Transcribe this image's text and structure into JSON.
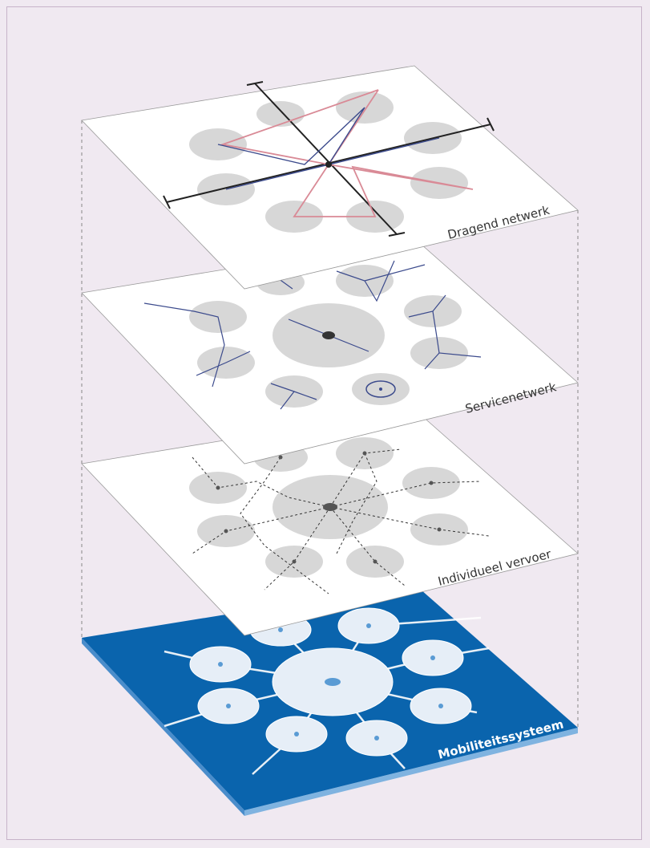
{
  "layers": [
    {
      "id": "dragend-netwerk",
      "label": "Dragend netwerk"
    },
    {
      "id": "servicenetwerk",
      "label": "Servicenetwerk"
    },
    {
      "id": "individueel-vervoer",
      "label": "Individueel vervoer"
    },
    {
      "id": "mobiliteitssysteem",
      "label": "Mobiliteitssysteem"
    }
  ],
  "colors": {
    "background": "#f0e9f1",
    "plane": "#ffffff",
    "base_plane": "#0a64ad",
    "base_side": "#5a9bd4",
    "zone": "#d7d7d7",
    "zone_base": "#e6eef7",
    "rail_red": "#d98a96",
    "rail_blue": "#3b4a8c",
    "axis": "#222222"
  }
}
